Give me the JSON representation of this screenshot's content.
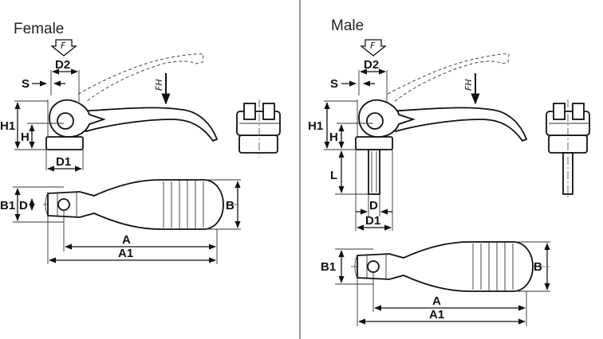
{
  "panels": {
    "female": {
      "title": "Female",
      "force_label": "F",
      "force_handle_label": "FH",
      "dims": {
        "d2": "D2",
        "s": "S",
        "h1": "H1",
        "h": "H",
        "d1": "D1",
        "b1": "B1",
        "d": "D",
        "b": "B",
        "a": "A",
        "a1": "A1"
      }
    },
    "male": {
      "title": "Male",
      "force_label": "F",
      "force_handle_label": "FH",
      "dims": {
        "d2": "D2",
        "s": "S",
        "h1": "H1",
        "h": "H",
        "l": "L",
        "d": "D",
        "d1": "D1",
        "b1": "B1",
        "b": "B",
        "a": "A",
        "a1": "A1"
      }
    }
  }
}
